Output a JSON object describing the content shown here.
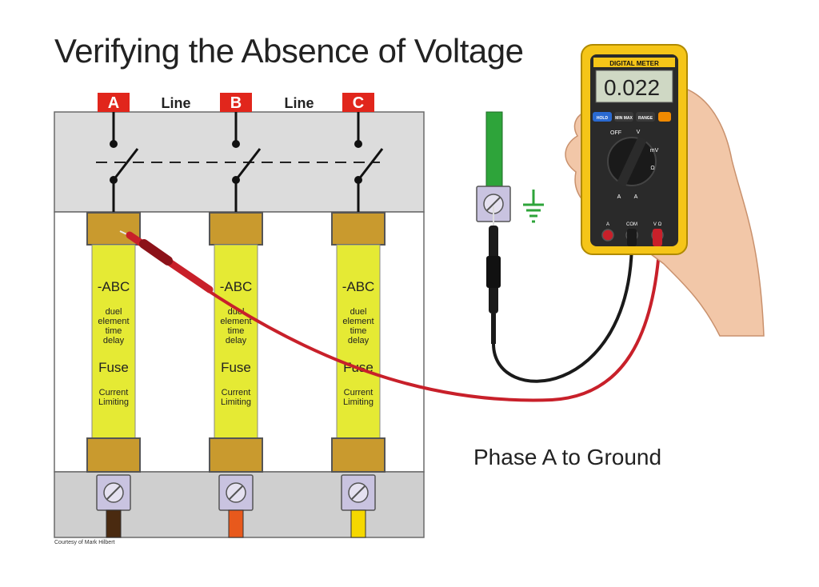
{
  "title": "Verifying the Absence of Voltage",
  "caption": "Phase A to Ground",
  "credit": "Courtesy of Mark Hilbert",
  "phases": [
    {
      "label": "A",
      "tag_color": "#e1261c",
      "wire_color": "#4a2a10"
    },
    {
      "label": "B",
      "tag_color": "#e1261c",
      "wire_color": "#e8591c"
    },
    {
      "label": "C",
      "tag_color": "#e1261c",
      "wire_color": "#f5d800"
    }
  ],
  "line_label": "Line",
  "fuse": {
    "rating": "-ABC",
    "type_lines": [
      "duel",
      "element",
      "time",
      "delay"
    ],
    "name": "Fuse",
    "feature_lines": [
      "Current",
      "Limiting"
    ],
    "body_color": "#e5ea34",
    "cap_color": "#c99a2e"
  },
  "meter": {
    "brand": "DIGITAL METER",
    "reading": "0.022",
    "buttons": [
      "HOLD",
      "MIN MAX",
      "RANGE"
    ],
    "dial_labels": [
      "OFF",
      "V",
      "mV",
      "Ω",
      "A",
      "A"
    ],
    "jacks": [
      "A",
      "COM",
      "V Ω"
    ],
    "body_color": "#f5c518"
  },
  "ground_icon": "ground-icon",
  "colors": {
    "panel": "#dcdcdc",
    "probe_red": "#c8202a",
    "probe_black": "#1a1a1a",
    "ground_green": "#2ea43a",
    "terminal": "#c9c3e0"
  }
}
